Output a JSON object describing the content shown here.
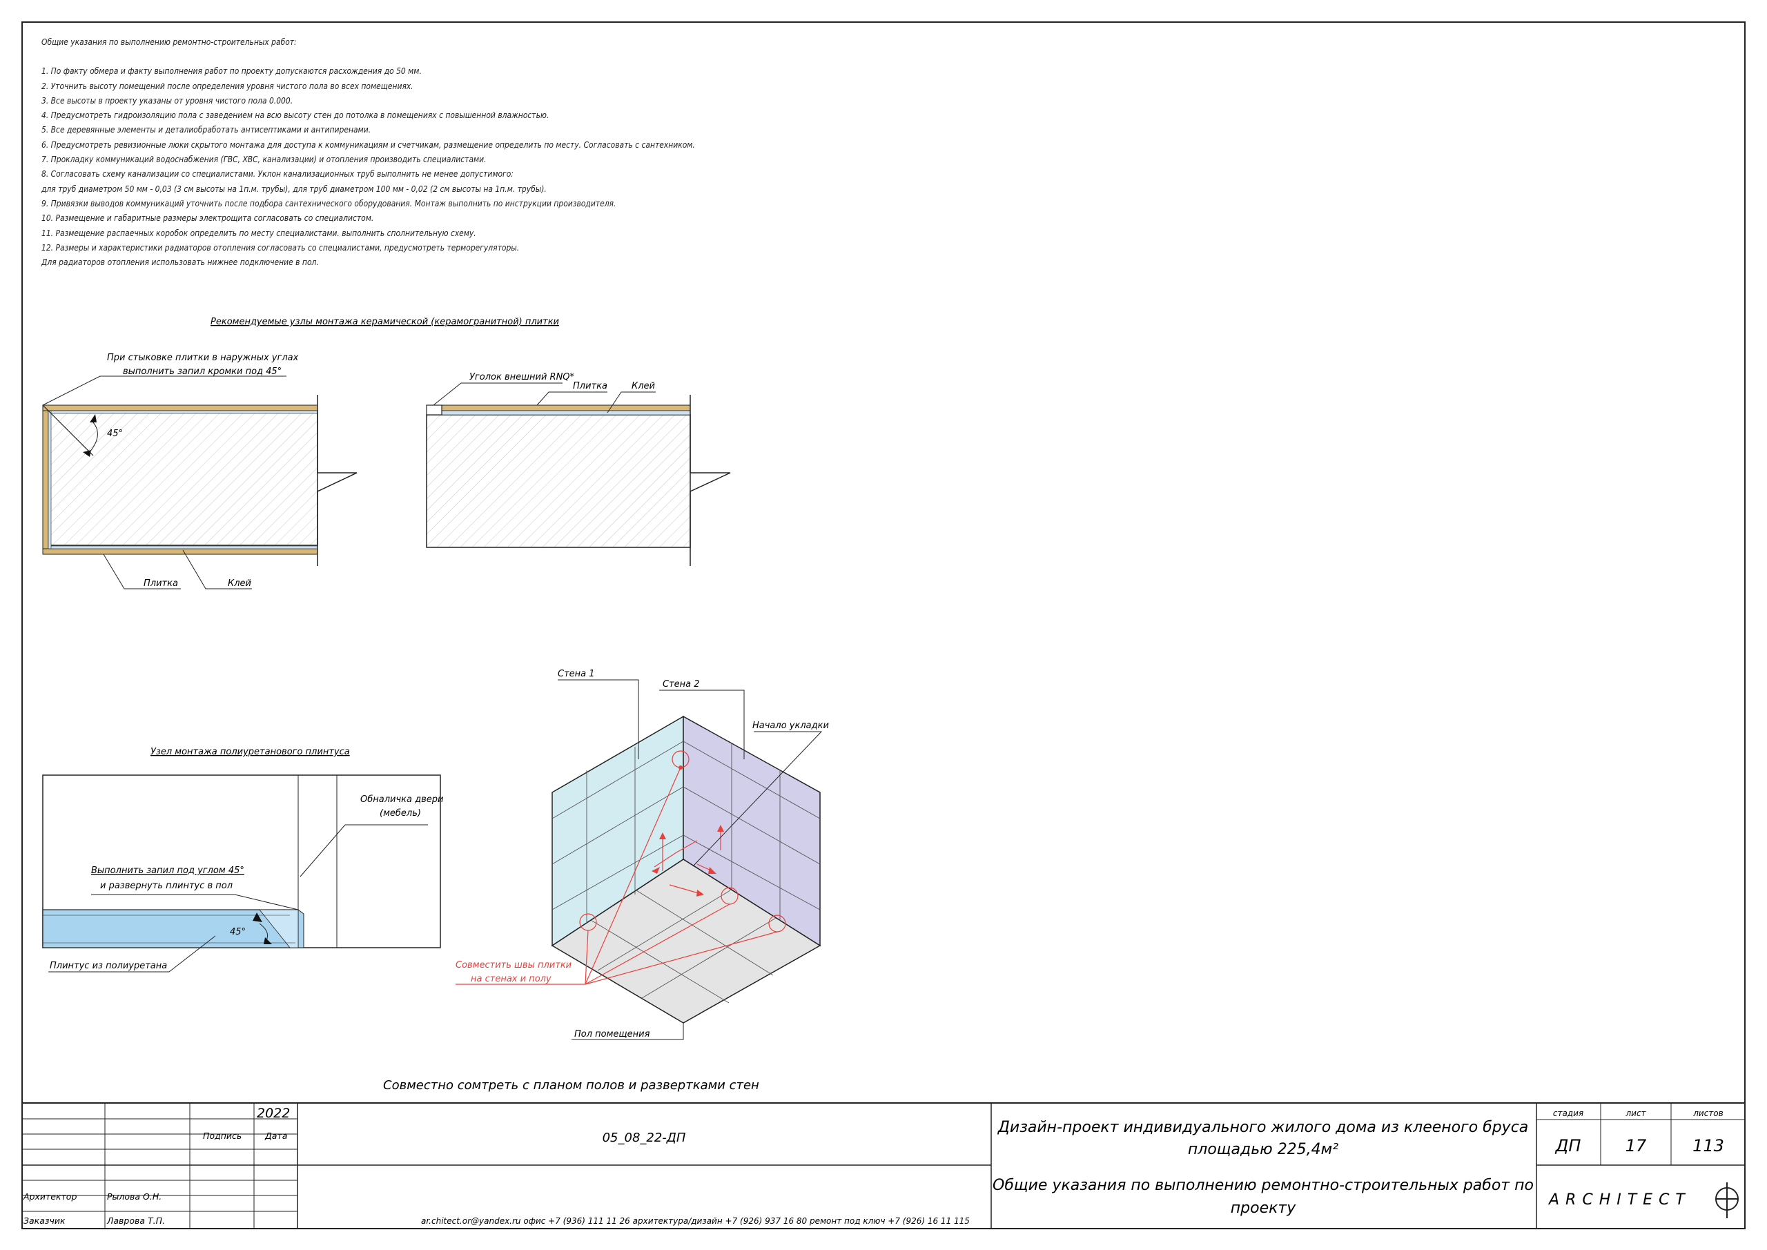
{
  "notes": {
    "heading": "Общие указания по выполнению ремонтно-строительных работ:",
    "items": [
      "1. По факту обмера и факту выполнения работ по проекту допускаются расхождения до 50 мм.",
      "2. Уточнить высоту помещений после определения уровня чистого пола во всех помещениях.",
      "3. Все высоты в проекту указаны от уровня чистого пола 0.000.",
      "4. Предусмотреть гидроизоляцию пола с заведением на всю высоту стен до потолка в помещениях с повышенной влажностью.",
      "5. Все деревянные элементы и деталиобработать антисептиками и антипиренами.",
      "6. Предусмотреть ревизионные люки скрытого монтажа для доступа к коммуникациям и счетчикам, размещение определить по месту. Согласовать с сантехником.",
      "7. Прокладку коммуникаций водоснабжения (ГВС, ХВС, канализации) и отопления производить специалистами.",
      "8. Согласовать схему канализации со специалистами. Уклон канализационных труб выполнить не менее допустимого:",
      "для труб диаметром 50 мм - 0,03 (3 см высоты на 1п.м. трубы), для труб диаметром 100 мм - 0,02 (2 см высоты на 1п.м. трубы).",
      "9. Привязки выводов коммуникаций уточнить после подбора сантехнического оборудования. Монтаж выполнить по инструкции производителя.",
      "10. Размещение и габаритные размеры электрощита согласовать со специалистом.",
      "11. Размещение распаечных коробок определить по месту специалистами. выполнить сполнительную схему.",
      "12. Размеры и характеристики радиаторов отопления согласовать со специалистами, предусмотреть терморегуляторы.",
      "Для радиаторов отопления использовать нижнее подключение в пол."
    ]
  },
  "tile_section": {
    "title": "Рекомендуемые узлы монтажа керамической (керамогранитной) плитки",
    "note_line1": "При стыковке плитки в наружных углах",
    "note_line2": "выполнить запил кромки под 45°",
    "angle": "45°",
    "tile": "Плитка",
    "glue": "Клей",
    "corner": "Уголок внешний RNQ*",
    "tile2": "Плитка",
    "glue2": "Клей"
  },
  "skirting": {
    "title": "Узел монтажа полиуретанового плинтуса",
    "door_line1": "Обналичка двери",
    "door_line2": "(мебель)",
    "cut_line1": "Выполнить запил под углом 45°",
    "cut_line2": "и развернуть плинтус в пол",
    "angle": "45°",
    "material": "Плинтус из полиуретана"
  },
  "iso": {
    "wall1": "Стена 1",
    "wall2": "Стена 2",
    "start": "Начало укладки",
    "joint_line1": "Совместить швы плитки",
    "joint_line2": "на стенах и полу",
    "floor": "Пол помещения"
  },
  "footer_note": "Совместно сомтреть с планом полов и развертками стен",
  "stamp": {
    "year": "2022",
    "signature": "Подпись",
    "date": "Дата",
    "code": "05_08_22-ДП",
    "project_line1": "Дизайн-проект индивидуального жилого дома из клееного бруса",
    "project_line2": "площадью 225,4м²",
    "sheet_title_line1": "Общие указания по выполнению ремонтно-строительных работ по",
    "sheet_title_line2": "проекту",
    "stage_label": "стадия",
    "sheet_label": "лист",
    "sheets_label": "листов",
    "stage": "ДП",
    "sheet": "17",
    "sheets": "113",
    "architect_role": "Архитектор",
    "architect_name": "Рылова О.Н.",
    "client_role": "Заказчик",
    "client_name": "Лаврова Т.П.",
    "contacts": "ar.chitect.or@yandex.ru      офис +7 (936) 111 11 26    архитектура/дизайн +7 (926) 937 16 80 ремонт под ключ +7 (926) 16 11 115",
    "logo": "ARCHITECT"
  },
  "colors": {
    "wood": "#d8b878",
    "skirting": "#a9d4f0",
    "wall1": "#d3ecf2",
    "wall2": "#d1cfea",
    "floor": "#e4e4e4",
    "accent": "#e8413c"
  }
}
